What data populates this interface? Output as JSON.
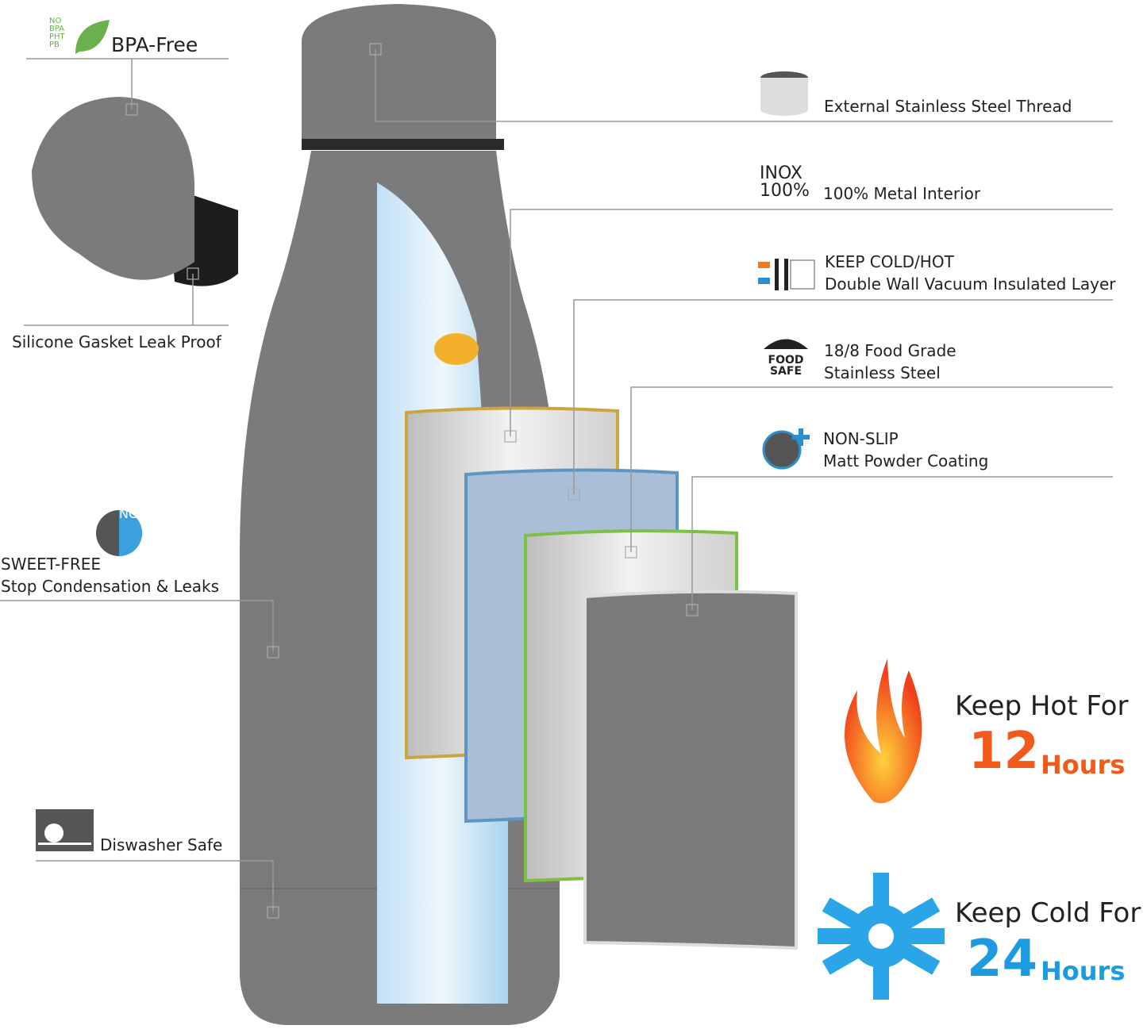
{
  "badges": {
    "bpa_logo": "NO BPA PHT PB",
    "inox_logo": "INOX 100%",
    "food_safe_logo": "FOOD SAFE",
    "no_sweat_logo": "NO"
  },
  "left_features": [
    {
      "icon": "leaf-icon",
      "lines": [
        "BPA-Free"
      ]
    },
    {
      "icon": "none",
      "lines": [
        "Silicone Gasket Leak Proof"
      ]
    },
    {
      "icon": "no-sweat-drop-icon",
      "lines": [
        "SWEET-FREE",
        "Stop Condensation & Leaks"
      ]
    },
    {
      "icon": "dishwasher-icon",
      "lines": [
        "Diswasher Safe"
      ]
    }
  ],
  "right_features": [
    {
      "icon": "thread-icon",
      "lines": [
        "External Stainless Steel Thread"
      ]
    },
    {
      "icon": "inox-icon",
      "lines": [
        "100% Metal Interior"
      ]
    },
    {
      "icon": "insulation-icon",
      "lines": [
        "KEEP COLD/HOT",
        "Double Wall Vacuum Insulated Layer"
      ]
    },
    {
      "icon": "food-safe-apple-icon",
      "lines": [
        "18/8 Food Grade",
        "Stainless Steel"
      ]
    },
    {
      "icon": "non-slip-icon",
      "lines": [
        "NON-SLIP",
        "Matt Powder Coating"
      ]
    }
  ],
  "hot": {
    "label": "Keep Hot For",
    "value": "12",
    "unit": "Hours",
    "color": "#f05a1a"
  },
  "cold": {
    "label": "Keep Cold For",
    "value": "24",
    "unit": "Hours",
    "color": "#1e9be0"
  },
  "colors": {
    "bottle": "#7b7b7b",
    "layer_gold": "#c9a640",
    "layer_blue": "#a9bfd8",
    "layer_green": "#7cc142",
    "text": "#222222"
  }
}
